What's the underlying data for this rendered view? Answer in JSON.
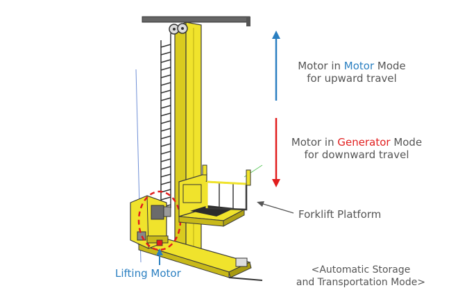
{
  "motor_mode": {
    "prefix": "Motor in ",
    "highlight": "Motor",
    "suffix": " Mode",
    "line2": "for upward travel"
  },
  "generator_mode": {
    "prefix": "Motor in ",
    "highlight": "Generator",
    "suffix": " Mode",
    "line2": "for downward travel"
  },
  "forklift_label": "Forklift Platform",
  "lifting_motor_label": "Lifting Motor",
  "mode_caption": {
    "line1": "<Automatic Storage",
    "line2": "and Transportation Mode>"
  },
  "colors": {
    "up_arrow": "#2a7fc1",
    "down_arrow": "#e11d1d",
    "machine_yellow": "#f0e32c",
    "outline": "#3a3a3a"
  }
}
